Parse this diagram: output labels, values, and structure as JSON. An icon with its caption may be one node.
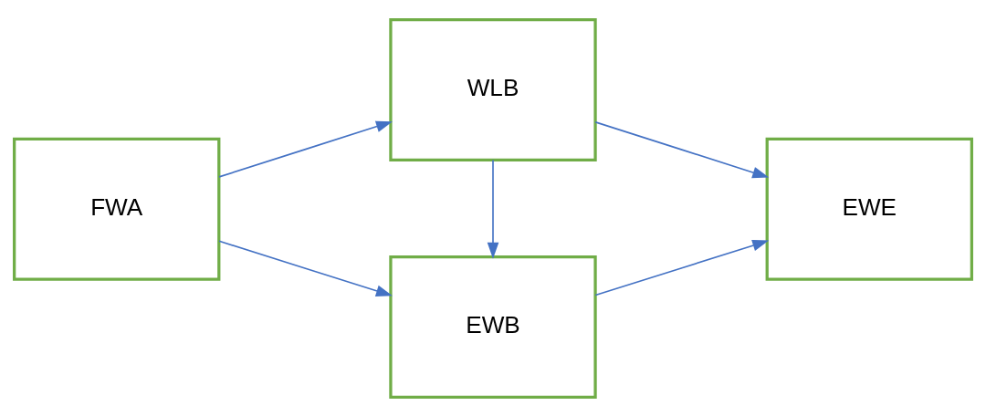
{
  "diagram": {
    "nodes": [
      {
        "text": [
          "EWB"
        ]
      },
      {
        "text": [
          "FWA"
        ]
      },
      {
        "text": [
          "WLB"
        ]
      },
      {
        "text": [
          "EWE"
        ]
      }
    ],
    "edges": [
      {
        "from": 1,
        "to": 0,
        "arrow": "to"
      },
      {
        "from": 1,
        "to": 2,
        "arrow": "to"
      },
      {
        "from": 2,
        "to": 0,
        "arrow": "to"
      },
      {
        "from": 0,
        "to": 3,
        "arrow": "to"
      },
      {
        "from": 2,
        "to": 3,
        "arrow": "to"
      }
    ]
  }
}
